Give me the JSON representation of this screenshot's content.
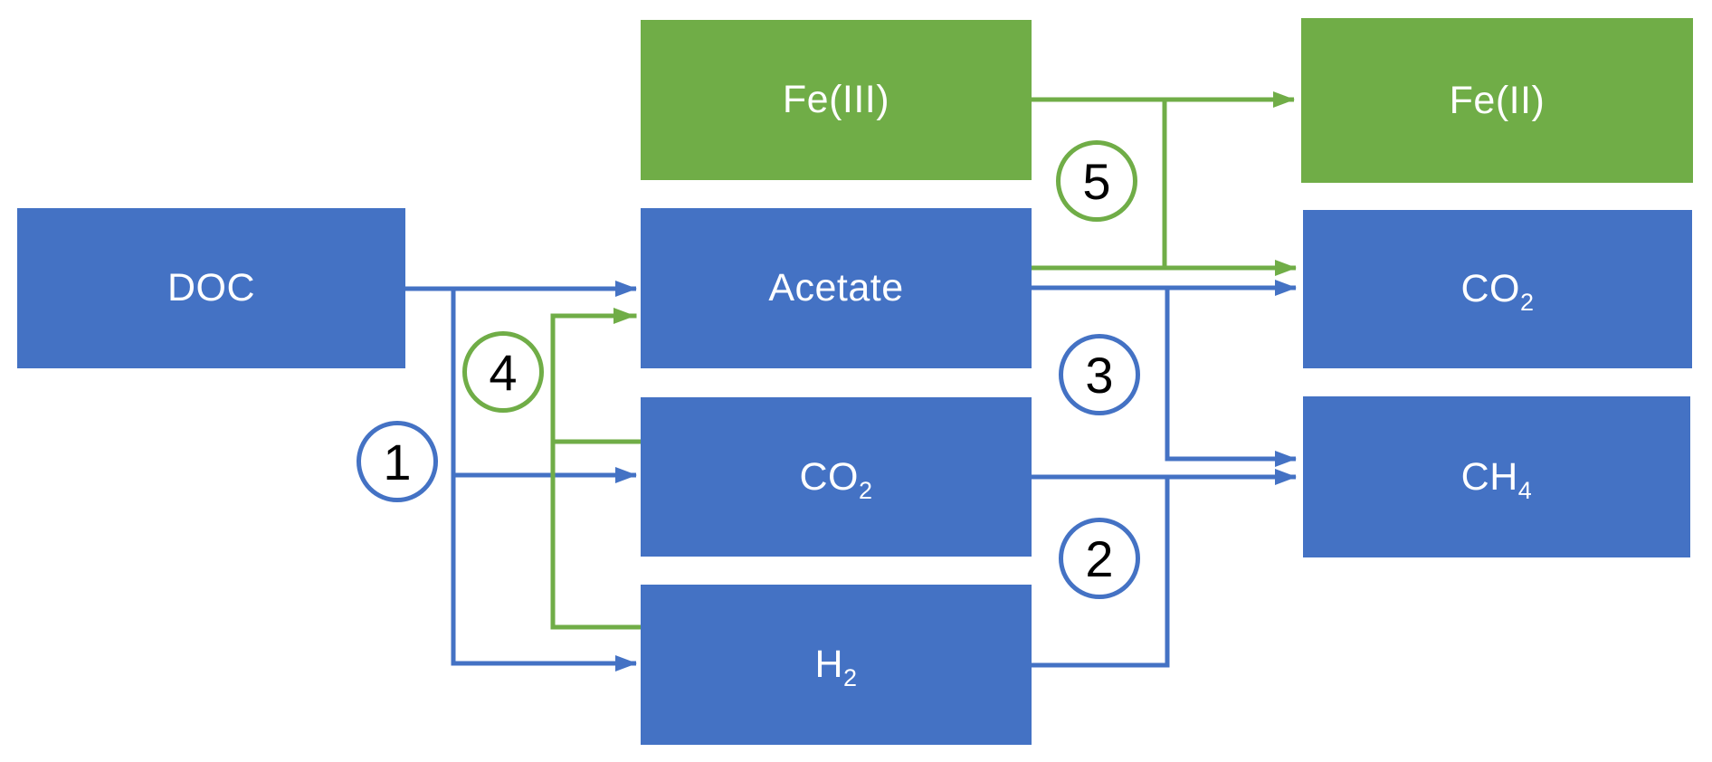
{
  "figure": {
    "background": "#ffffff",
    "palette": {
      "blue": "#4472C4",
      "green": "#70AD47",
      "box_label_text": "#ffffff",
      "circle_number_text": "#000000"
    }
  },
  "boxes": {
    "doc": {
      "label": "DOC",
      "sub": "",
      "color": "blue"
    },
    "fe3": {
      "label": "Fe(III)",
      "sub": "",
      "color": "green"
    },
    "acetate": {
      "label": "Acetate",
      "sub": "",
      "color": "blue"
    },
    "co2_mid": {
      "label": "CO",
      "sub": "2",
      "color": "blue"
    },
    "h2": {
      "label": "H",
      "sub": "2",
      "color": "blue"
    },
    "fe2": {
      "label": "Fe(II)",
      "sub": "",
      "color": "green"
    },
    "co2_right": {
      "label": "CO",
      "sub": "2",
      "color": "blue"
    },
    "ch4": {
      "label": "CH",
      "sub": "4",
      "color": "blue"
    }
  },
  "process_markers": {
    "p1": {
      "number": "1",
      "color": "#4472C4"
    },
    "p2": {
      "number": "2",
      "color": "#4472C4"
    },
    "p3": {
      "number": "3",
      "color": "#4472C4"
    },
    "p4": {
      "number": "4",
      "color": "#70AD47"
    },
    "p5": {
      "number": "5",
      "color": "#70AD47"
    }
  },
  "connections": [
    {
      "from": "DOC",
      "to": "Acetate",
      "color": "blue",
      "arrowhead": true
    },
    {
      "from": "DOC",
      "to": "CO2 (middle)",
      "color": "blue",
      "arrowhead": true
    },
    {
      "from": "DOC",
      "to": "H2",
      "color": "blue",
      "arrowhead": true
    },
    {
      "from": "CO2 (middle)",
      "to": "Acetate",
      "color": "green",
      "arrowhead": true
    },
    {
      "from": "H2",
      "to": "Acetate",
      "color": "green",
      "arrowhead": true
    },
    {
      "from": "Fe(III)",
      "to": "Fe(II)",
      "color": "green",
      "arrowhead": true
    },
    {
      "from": "Acetate",
      "to": "CO2 (right)",
      "color": "green",
      "arrowhead": true
    },
    {
      "from": "Acetate",
      "to": "CO2 (right)",
      "color": "blue",
      "arrowhead": true
    },
    {
      "from": "Acetate",
      "to": "CH4",
      "color": "blue",
      "arrowhead": true
    },
    {
      "from": "CO2 (middle)",
      "to": "CH4",
      "color": "blue",
      "arrowhead": true
    },
    {
      "from": "H2",
      "to": "CH4",
      "color": "blue",
      "arrowhead": true
    }
  ]
}
